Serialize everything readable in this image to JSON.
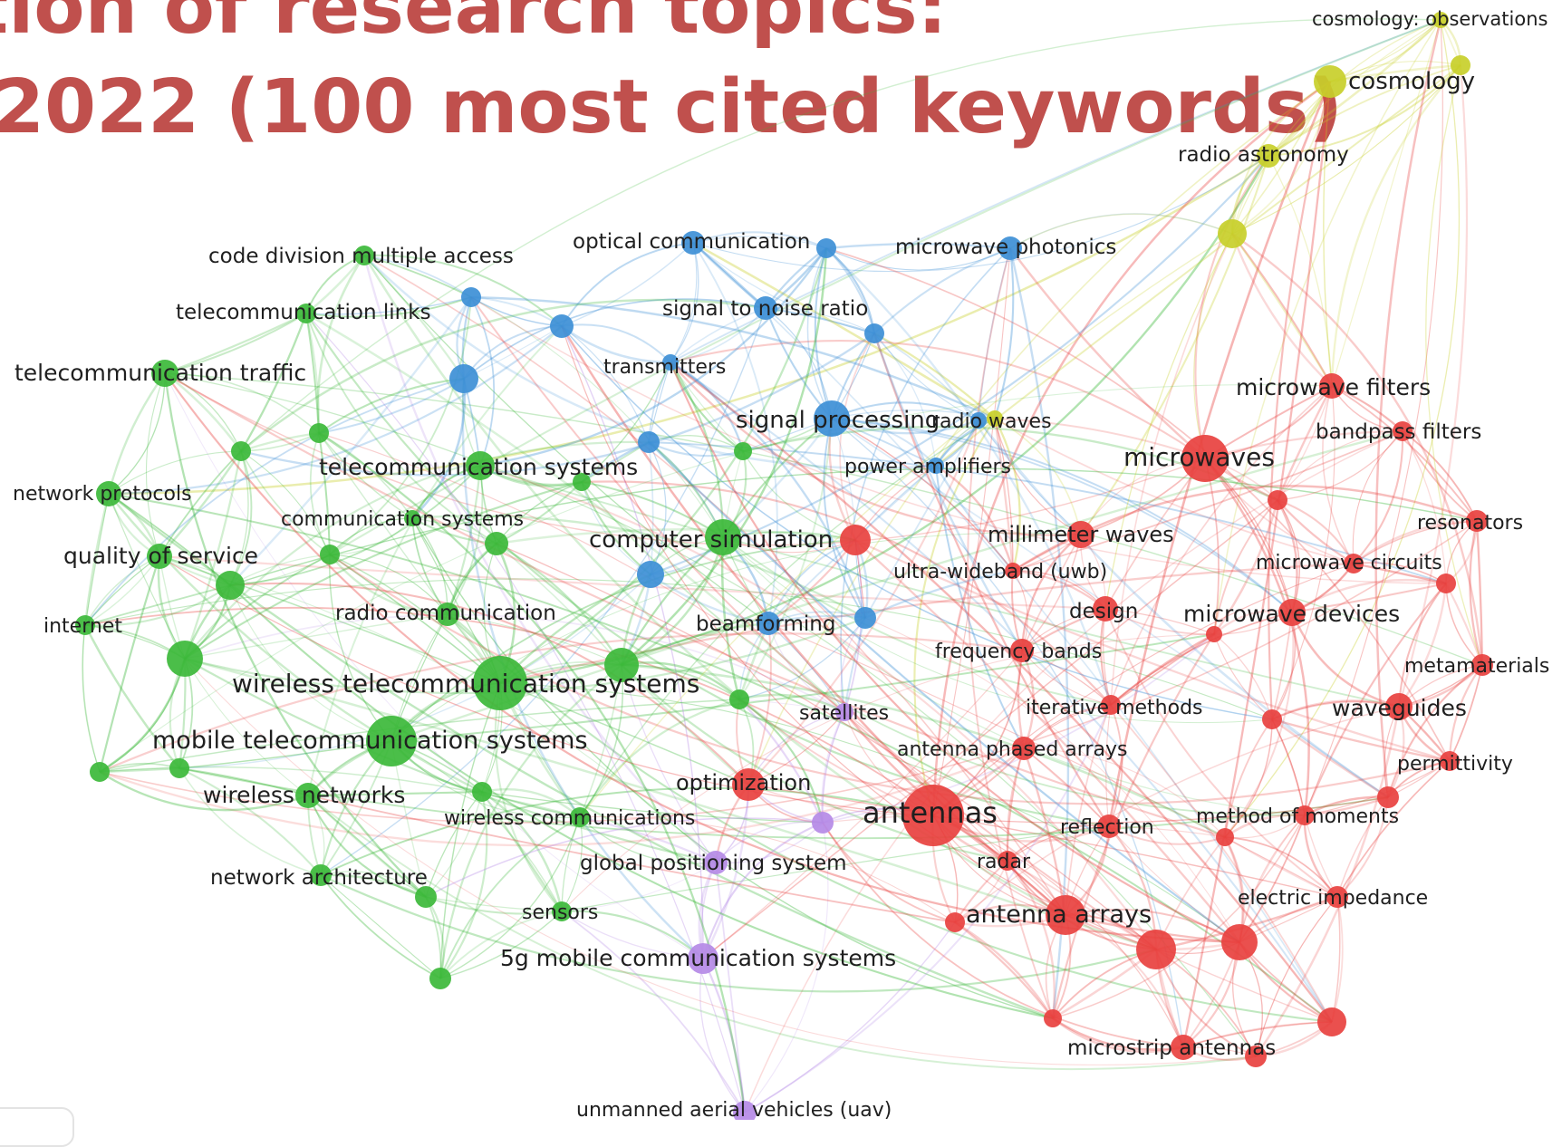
{
  "title": {
    "line1": "tion of research topics:",
    "line2": "2022 (100 most cited keywords)"
  },
  "clusters": {
    "red": {
      "color": "#e8413f"
    },
    "green": {
      "color": "#3cb83a"
    },
    "blue": {
      "color": "#3d8fd6"
    },
    "yellow": {
      "color": "#c8cf2a"
    },
    "purple": {
      "color": "#b58ae6"
    }
  },
  "keywords": [
    {
      "id": "k1",
      "label": "cosmology: observations",
      "cluster": "yellow",
      "weight": 1
    },
    {
      "id": "k2",
      "label": "cosmology",
      "cluster": "yellow",
      "weight": 2
    },
    {
      "id": "k3",
      "label": "radio astronomy",
      "cluster": "yellow",
      "weight": 2
    },
    {
      "id": "k4",
      "label": "code division multiple access",
      "cluster": "green",
      "weight": 1
    },
    {
      "id": "k5",
      "label": "optical communication",
      "cluster": "blue",
      "weight": 2
    },
    {
      "id": "k6",
      "label": "microwave photonics",
      "cluster": "blue",
      "weight": 2
    },
    {
      "id": "k7",
      "label": "telecommunication links",
      "cluster": "green",
      "weight": 2
    },
    {
      "id": "k8",
      "label": "signal to noise ratio",
      "cluster": "blue",
      "weight": 2
    },
    {
      "id": "k9",
      "label": "telecommunication traffic",
      "cluster": "green",
      "weight": 2
    },
    {
      "id": "k10",
      "label": "transmitters",
      "cluster": "blue",
      "weight": 1
    },
    {
      "id": "k11",
      "label": "microwave filters",
      "cluster": "red",
      "weight": 2
    },
    {
      "id": "k12",
      "label": "signal processing",
      "cluster": "blue",
      "weight": 3
    },
    {
      "id": "k13",
      "label": "radio waves",
      "cluster": "yellow",
      "weight": 1
    },
    {
      "id": "k14",
      "label": "bandpass filters",
      "cluster": "red",
      "weight": 2
    },
    {
      "id": "k15",
      "label": "microwaves",
      "cluster": "red",
      "weight": 4
    },
    {
      "id": "k16",
      "label": "telecommunication systems",
      "cluster": "green",
      "weight": 3
    },
    {
      "id": "k17",
      "label": "power amplifiers",
      "cluster": "blue",
      "weight": 1
    },
    {
      "id": "k18",
      "label": "network protocols",
      "cluster": "green",
      "weight": 2
    },
    {
      "id": "k19",
      "label": "communication systems",
      "cluster": "green",
      "weight": 1
    },
    {
      "id": "k20",
      "label": "resonators",
      "cluster": "red",
      "weight": 1
    },
    {
      "id": "k21",
      "label": "millimeter waves",
      "cluster": "red",
      "weight": 2
    },
    {
      "id": "k22",
      "label": "computer simulation",
      "cluster": "green",
      "weight": 4
    },
    {
      "id": "k23",
      "label": "quality of service",
      "cluster": "green",
      "weight": 2
    },
    {
      "id": "k24",
      "label": "microwave circuits",
      "cluster": "red",
      "weight": 1
    },
    {
      "id": "k25",
      "label": "ultra-wideband (uwb)",
      "cluster": "red",
      "weight": 1
    },
    {
      "id": "k26",
      "label": "design",
      "cluster": "red",
      "weight": 2
    },
    {
      "id": "k27",
      "label": "microwave devices",
      "cluster": "red",
      "weight": 2
    },
    {
      "id": "k28",
      "label": "internet",
      "cluster": "green",
      "weight": 1
    },
    {
      "id": "k29",
      "label": "radio communication",
      "cluster": "green",
      "weight": 2
    },
    {
      "id": "k30",
      "label": "beamforming",
      "cluster": "blue",
      "weight": 2
    },
    {
      "id": "k31",
      "label": "frequency bands",
      "cluster": "red",
      "weight": 2
    },
    {
      "id": "k32",
      "label": "metamaterials",
      "cluster": "red",
      "weight": 2
    },
    {
      "id": "k33",
      "label": "wireless telecommunication systems",
      "cluster": "green",
      "weight": 5
    },
    {
      "id": "k34",
      "label": "iterative methods",
      "cluster": "red",
      "weight": 1
    },
    {
      "id": "k35",
      "label": "satellites",
      "cluster": "purple",
      "weight": 1
    },
    {
      "id": "k36",
      "label": "waveguides",
      "cluster": "red",
      "weight": 3
    },
    {
      "id": "k37",
      "label": "mobile telecommunication systems",
      "cluster": "green",
      "weight": 5
    },
    {
      "id": "k38",
      "label": "antenna phased arrays",
      "cluster": "red",
      "weight": 2
    },
    {
      "id": "k39",
      "label": "permittivity",
      "cluster": "red",
      "weight": 1
    },
    {
      "id": "k40",
      "label": "optimization",
      "cluster": "red",
      "weight": 3
    },
    {
      "id": "k41",
      "label": "wireless networks",
      "cluster": "green",
      "weight": 3
    },
    {
      "id": "k42",
      "label": "antennas",
      "cluster": "red",
      "weight": 6
    },
    {
      "id": "k43",
      "label": "method of moments",
      "cluster": "red",
      "weight": 2
    },
    {
      "id": "k44",
      "label": "wireless communications",
      "cluster": "green",
      "weight": 2
    },
    {
      "id": "k45",
      "label": "reflection",
      "cluster": "red",
      "weight": 2
    },
    {
      "id": "k46",
      "label": "global positioning system",
      "cluster": "purple",
      "weight": 2
    },
    {
      "id": "k47",
      "label": "radar",
      "cluster": "red",
      "weight": 2
    },
    {
      "id": "k48",
      "label": "network architecture",
      "cluster": "green",
      "weight": 2
    },
    {
      "id": "k49",
      "label": "electric impedance",
      "cluster": "red",
      "weight": 2
    },
    {
      "id": "k50",
      "label": "sensors",
      "cluster": "green",
      "weight": 2
    },
    {
      "id": "k51",
      "label": "antenna arrays",
      "cluster": "red",
      "weight": 4
    },
    {
      "id": "k52",
      "label": "5g mobile communication systems",
      "cluster": "purple",
      "weight": 3
    },
    {
      "id": "k53",
      "label": "microstrip antennas",
      "cluster": "red",
      "weight": 3
    },
    {
      "id": "k54",
      "label": "unmanned aerial vehicles (uav)",
      "cluster": "purple",
      "weight": 2
    }
  ]
}
